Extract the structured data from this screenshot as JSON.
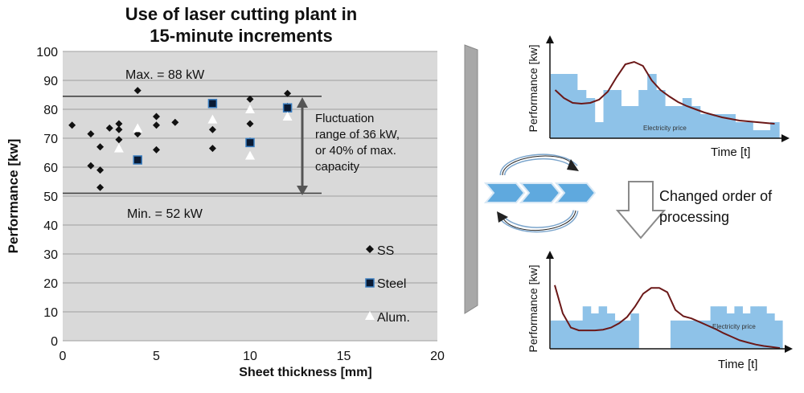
{
  "chart_data": [
    {
      "type": "scatter",
      "title": [
        "Use of laser cutting plant in",
        "15-minute increments"
      ],
      "xlabel": "Sheet thickness [mm]",
      "ylabel": "Performance [kw]",
      "xlim": [
        0,
        20
      ],
      "ylim": [
        0,
        100
      ],
      "xticks": [
        0,
        5,
        10,
        15,
        20
      ],
      "yticks": [
        0,
        10,
        20,
        30,
        40,
        50,
        60,
        70,
        80,
        90,
        100
      ],
      "grid": "horizontal",
      "legend_position": "bottom-right",
      "series": [
        {
          "name": "SS",
          "marker": "diamond",
          "color": "#111111",
          "points": [
            [
              0.5,
              74.5
            ],
            [
              1.5,
              71.5
            ],
            [
              1.5,
              60.5
            ],
            [
              2,
              67
            ],
            [
              2,
              59
            ],
            [
              2,
              53
            ],
            [
              2.5,
              73.5
            ],
            [
              3,
              75
            ],
            [
              3,
              73
            ],
            [
              3,
              69.5
            ],
            [
              4,
              86.5
            ],
            [
              4,
              71.5
            ],
            [
              5,
              77.5
            ],
            [
              5,
              74.5
            ],
            [
              5,
              66
            ],
            [
              6,
              75.5
            ],
            [
              8,
              82
            ],
            [
              8,
              73
            ],
            [
              8,
              66.5
            ],
            [
              10,
              83.5
            ],
            [
              10,
              75
            ],
            [
              10,
              69
            ],
            [
              12,
              85.5
            ],
            [
              12,
              81
            ]
          ]
        },
        {
          "name": "Steel",
          "marker": "square",
          "color": "#0a1a33",
          "points": [
            [
              4,
              62.5
            ],
            [
              8,
              82
            ],
            [
              10,
              68.5
            ],
            [
              12,
              80.5
            ]
          ]
        },
        {
          "name": "Alum.",
          "marker": "triangle",
          "color": "#ffffff",
          "points": [
            [
              3,
              66.5
            ],
            [
              4,
              73.5
            ],
            [
              8,
              76.5
            ],
            [
              10,
              80
            ],
            [
              10,
              64
            ],
            [
              12,
              77.5
            ]
          ]
        }
      ],
      "reference_lines": [
        {
          "y": 84.5,
          "label": "Max. = 88 kW"
        },
        {
          "y": 51,
          "label": "Min. = 52 kW"
        }
      ],
      "annotation": [
        "Fluctuation",
        "range of 36 kW,",
        "or 40% of max.",
        "capacity"
      ]
    },
    {
      "type": "bar",
      "ylabel": "Performance [kw]",
      "xlabel": "Time [t]",
      "values": [
        8,
        8,
        8,
        6,
        5,
        2,
        6,
        6,
        4,
        4,
        6,
        8,
        6,
        4,
        4,
        5,
        4,
        3,
        3,
        3,
        3,
        2,
        2,
        1,
        1,
        2
      ],
      "line_label": "Electricity price",
      "line_values": [
        6,
        5,
        4.4,
        4.3,
        4.4,
        4.8,
        5.8,
        7.6,
        9.2,
        9.5,
        9,
        7.2,
        6,
        5.2,
        4.5,
        4,
        3.6,
        3.2,
        2.9,
        2.6,
        2.4,
        2.2,
        2.1,
        2,
        1.9,
        1.8
      ]
    },
    {
      "type": "bar",
      "ylabel": "Performance [kw]",
      "xlabel": "Time [t]",
      "values": [
        4,
        4,
        4,
        4,
        6,
        5,
        6,
        5,
        4,
        4,
        5,
        0,
        0,
        0,
        0,
        4,
        4,
        4,
        4,
        4,
        6,
        6,
        5,
        6,
        5,
        6,
        6,
        5,
        4
      ],
      "line_label": "Electricity price",
      "line_values": [
        9,
        5,
        3,
        2.6,
        2.6,
        2.6,
        2.7,
        3,
        3.6,
        4.5,
        6,
        7.8,
        8.6,
        8.6,
        8,
        5.5,
        4.6,
        4.3,
        3.8,
        3.3,
        2.8,
        2.2,
        1.7,
        1.2,
        0.9,
        0.6,
        0.4,
        0.25,
        0.1
      ]
    }
  ],
  "process": {
    "caption": [
      "Changed order of",
      "processing"
    ],
    "colors": {
      "chevron": "#5fa9de",
      "bars": "#8ec2e8",
      "curve": "#6b1818"
    }
  }
}
